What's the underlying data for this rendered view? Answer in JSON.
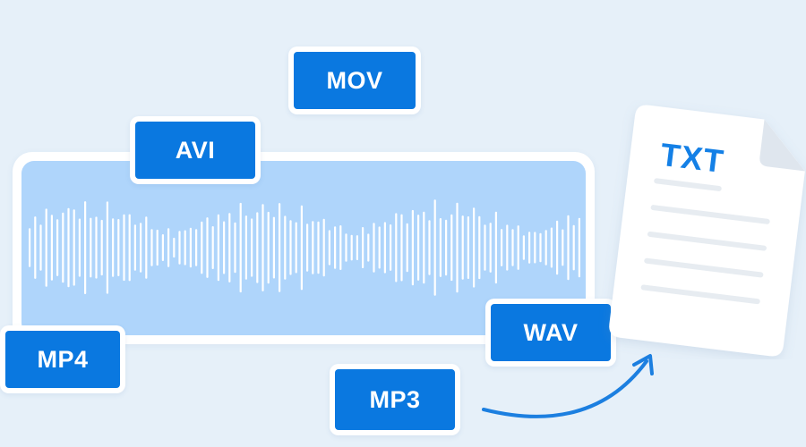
{
  "colors": {
    "background": "#e6f0f9",
    "chip_fill": "#0a78e0",
    "waveform_panel": "#afd5fb",
    "txt_label": "#1480e6",
    "arrow": "#1c7fe0"
  },
  "formats": {
    "mov": "MOV",
    "avi": "AVI",
    "mp4": "MP4",
    "wav": "WAV",
    "mp3": "MP3"
  },
  "document": {
    "label": "TXT",
    "icon": "text-document-icon"
  },
  "arrow_icon": "curved-arrow-icon",
  "waveform_icon": "audio-waveform"
}
